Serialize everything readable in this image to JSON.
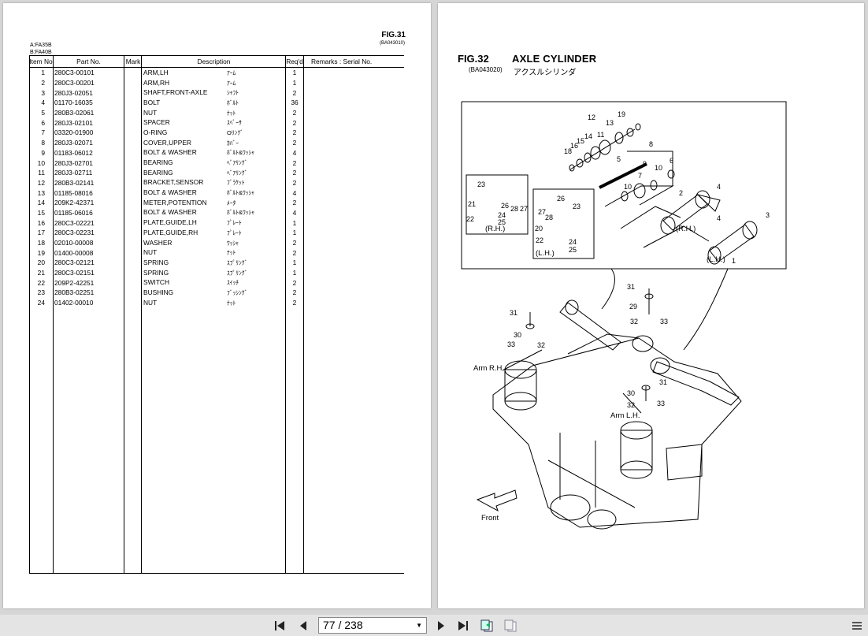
{
  "left_page": {
    "fig_label": "FIG.31",
    "fig_code": "(BA043010)",
    "models": [
      "A:FA35B",
      "B:FA40B"
    ],
    "headers": {
      "item": "Item No",
      "part": "Part No.",
      "mark": "Mark",
      "desc": "Description",
      "req": "Req'd",
      "remarks": "Remarks : Serial No."
    },
    "rows": [
      {
        "item": "1",
        "part": "280C3-00101",
        "desc": "ARM,LH",
        "jp": "ｱｰﾑ",
        "qty": "1"
      },
      {
        "item": "2",
        "part": "280C3-00201",
        "desc": "ARM,RH",
        "jp": "ｱｰﾑ",
        "qty": "1"
      },
      {
        "item": "3",
        "part": "280J3-02051",
        "desc": "SHAFT,FRONT-AXLE",
        "jp": "ｼｬﾌﾄ",
        "qty": "2"
      },
      {
        "item": "4",
        "part": "01170-16035",
        "desc": "BOLT",
        "jp": "ﾎﾞﾙﾄ",
        "qty": "36"
      },
      {
        "item": "5",
        "part": "280B3-02061",
        "desc": "NUT",
        "jp": "ﾅｯﾄ",
        "qty": "2"
      },
      {
        "item": "6",
        "part": "280J3-02101",
        "desc": "SPACER",
        "jp": "ｽﾍﾟｰｻ",
        "qty": "2"
      },
      {
        "item": "7",
        "part": "03320-01900",
        "desc": "O-RING",
        "jp": "Oﾘﾝｸﾞ",
        "qty": "2"
      },
      {
        "item": "8",
        "part": "280J3-02071",
        "desc": "COVER,UPPER",
        "jp": "ｶﾊﾞｰ",
        "qty": "2"
      },
      {
        "item": "9",
        "part": "01183-06012",
        "desc": "BOLT & WASHER",
        "jp": "ﾎﾞﾙﾄ&ﾜｯｼｬ",
        "qty": "4"
      },
      {
        "item": "10",
        "part": "280J3-02701",
        "desc": "BEARING",
        "jp": "ﾍﾞｱﾘﾝｸﾞ",
        "qty": "2"
      },
      {
        "item": "11",
        "part": "280J3-02711",
        "desc": "BEARING",
        "jp": "ﾍﾞｱﾘﾝｸﾞ",
        "qty": "2"
      },
      {
        "item": "12",
        "part": "280B3-02141",
        "desc": "BRACKET,SENSOR",
        "jp": "ﾌﾞﾗｹｯﾄ",
        "qty": "2"
      },
      {
        "item": "13",
        "part": "01185-08016",
        "desc": "BOLT & WASHER",
        "jp": "ﾎﾞﾙﾄ&ﾜｯｼｬ",
        "qty": "4"
      },
      {
        "item": "14",
        "part": "209K2-42371",
        "desc": "METER,POTENTION",
        "jp": "ﾒｰﾀ",
        "qty": "2"
      },
      {
        "item": "15",
        "part": "01185-06016",
        "desc": "BOLT & WASHER",
        "jp": "ﾎﾞﾙﾄ&ﾜｯｼｬ",
        "qty": "4"
      },
      {
        "item": "16",
        "part": "280C3-02221",
        "desc": "PLATE,GUIDE,LH",
        "jp": "ﾌﾟﾚｰﾄ",
        "qty": "1"
      },
      {
        "item": "17",
        "part": "280C3-02231",
        "desc": "PLATE,GUIDE,RH",
        "jp": "ﾌﾟﾚｰﾄ",
        "qty": "1"
      },
      {
        "item": "18",
        "part": "02010-00008",
        "desc": "WASHER",
        "jp": "ﾜｯｼｬ",
        "qty": "2"
      },
      {
        "item": "19",
        "part": "01400-00008",
        "desc": "NUT",
        "jp": "ﾅｯﾄ",
        "qty": "2"
      },
      {
        "item": "20",
        "part": "280C3-02121",
        "desc": "SPRING",
        "jp": "ｽﾌﾟﾘﾝｸﾞ",
        "qty": "1"
      },
      {
        "item": "21",
        "part": "280C3-02151",
        "desc": "SPRING",
        "jp": "ｽﾌﾟﾘﾝｸﾞ",
        "qty": "1"
      },
      {
        "item": "22",
        "part": "209P2-42251",
        "desc": "SWITCH",
        "jp": "ｽｲｯﾁ",
        "qty": "2"
      },
      {
        "item": "23",
        "part": "280B3-02251",
        "desc": "BUSHING",
        "jp": "ﾌﾞｯｼﾝｸﾞ",
        "qty": "2"
      },
      {
        "item": "24",
        "part": "01402-00010",
        "desc": "NUT",
        "jp": "ﾅｯﾄ",
        "qty": "2"
      }
    ]
  },
  "right_page": {
    "fig_label": "FIG.32",
    "title": "AXLE CYLINDER",
    "code": "(BA043020)",
    "jp_title": "アクスルシリンダ",
    "callouts": {
      "rh": "(R.H.)",
      "lh": "(L.H.)",
      "arm_rh": "Arm R.H.",
      "arm_lh": "Arm L.H.",
      "front": "Front"
    }
  },
  "toolbar": {
    "page_indicator": "77 / 238"
  }
}
